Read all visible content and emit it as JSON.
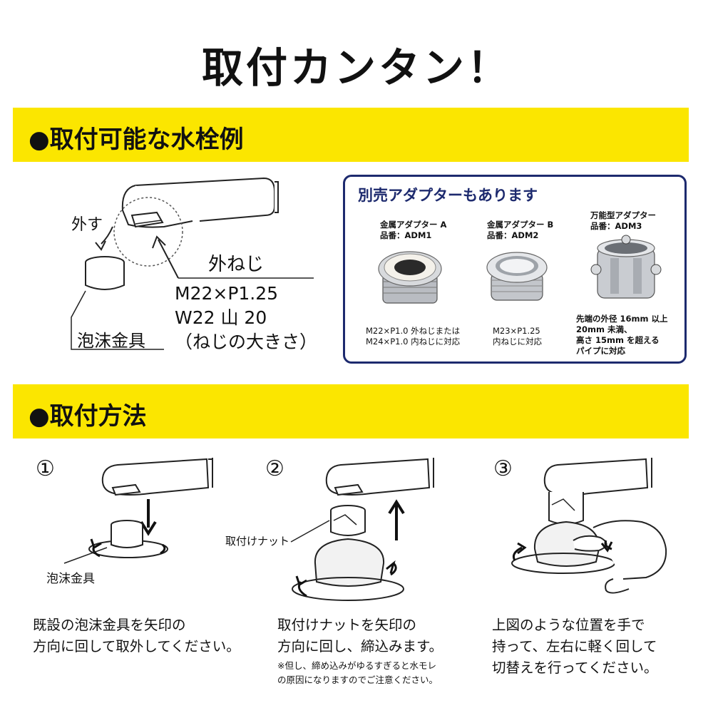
{
  "title": "取付カンタン！",
  "section1": {
    "heading": "●取付可能な水栓例",
    "remove_label": "外す",
    "thread_label": "外ねじ",
    "spec_lines": [
      "M22×P1.25",
      "W22 山 20",
      "（ねじの大きさ）"
    ],
    "aerator_label": "泡沫金具"
  },
  "adapters": {
    "title": "別売アダプターもあります",
    "items": [
      {
        "name": "金属アダプター A",
        "part": "品番：ADM1",
        "desc": [
          "M22×P1.0 外ねじまたは",
          "M24×P1.0 内ねじに対応"
        ]
      },
      {
        "name": "金属アダプター B",
        "part": "品番：ADM2",
        "desc": [
          "M23×P1.25",
          "内ねじに対応"
        ]
      },
      {
        "name": "万能型アダプター",
        "part": "品番：ADM3",
        "desc": [
          "先端の外径 16mm 以上",
          "20mm 未満、",
          "高さ 15mm を超える",
          "パイプに対応"
        ]
      }
    ]
  },
  "section2": {
    "heading": "●取付方法",
    "steps": [
      {
        "num": "①",
        "label": "泡沫金具",
        "desc": [
          "既設の泡沫金具を矢印の",
          "方向に回して取外してください。"
        ]
      },
      {
        "num": "②",
        "label": "取付けナット",
        "desc": [
          "取付けナットを矢印の",
          "方向に回し、締込みます。"
        ],
        "note": [
          "※但し、締め込みがゆるすぎると水モレ",
          "の原因になりますのでご注意ください。"
        ]
      },
      {
        "num": "③",
        "desc": [
          "上図のような位置を手で",
          "持って、左右に軽く回して",
          "切替えを行ってください。"
        ]
      }
    ]
  }
}
